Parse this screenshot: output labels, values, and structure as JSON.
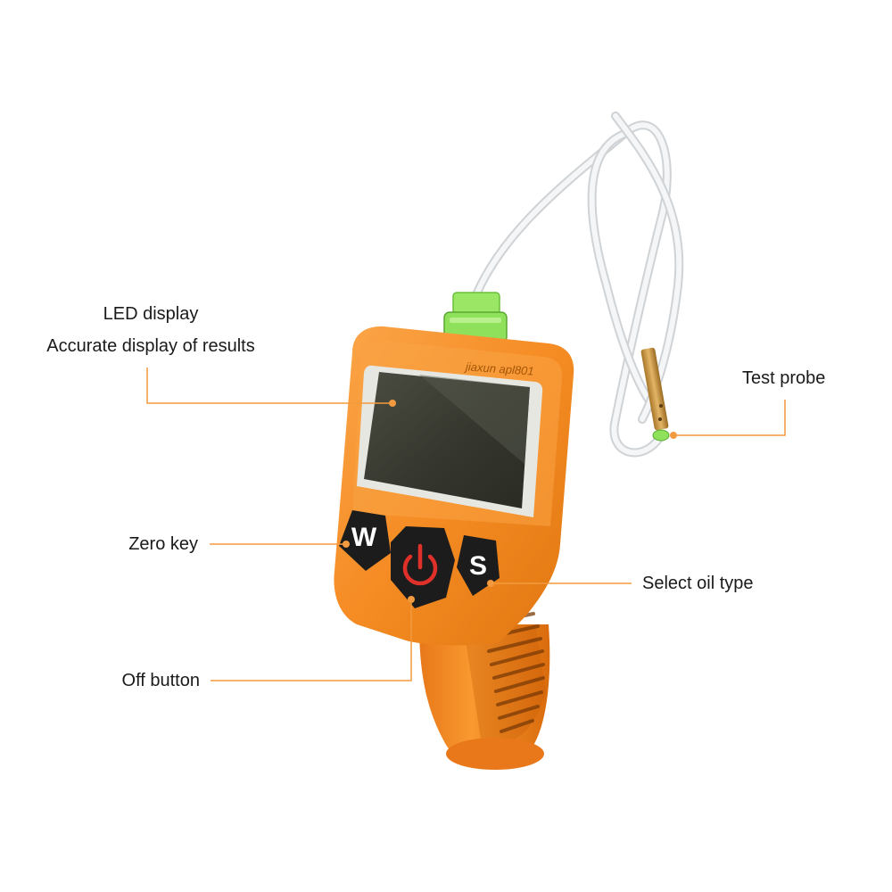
{
  "device": {
    "brand_text": "jiaxun  apl801",
    "w_key": "W",
    "s_key": "S",
    "body_color": "#f7902b",
    "body_dark_color": "#df7414",
    "screen_color": "#3b3d33",
    "connector_color": "#8fe05a",
    "probe_color": "#c8963c",
    "power_icon": "power-icon"
  },
  "callouts": {
    "line_color": "#f39a3e",
    "led_display_title": "LED display",
    "led_display_desc": "Accurate display of results",
    "test_probe": "Test probe",
    "zero_key": "Zero key",
    "select_oil_type": "Select oil type",
    "off_button": "Off  button"
  }
}
